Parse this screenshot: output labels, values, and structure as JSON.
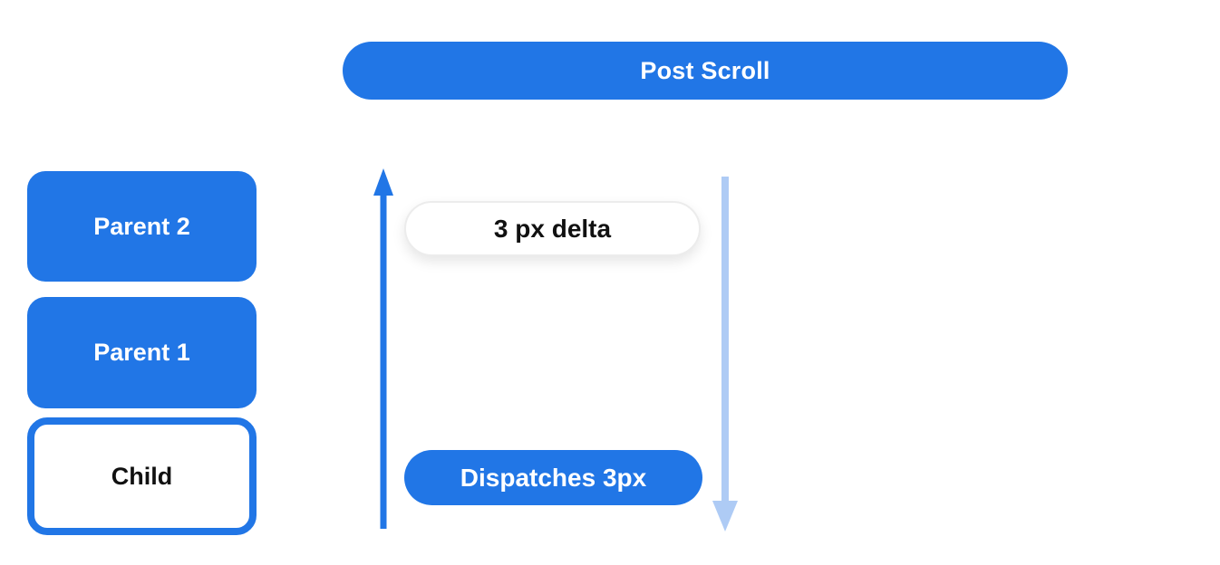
{
  "diagram": {
    "title": "Post Scroll",
    "nodes": [
      {
        "label": "Parent 2",
        "style": "filled"
      },
      {
        "label": "Parent 1",
        "style": "filled"
      },
      {
        "label": "Child",
        "style": "outlined"
      }
    ],
    "labels": {
      "delta": "3 px delta",
      "dispatch": "Dispatches 3px"
    },
    "arrows": [
      {
        "name": "up-arrow",
        "direction": "up",
        "color": "#2176e6"
      },
      {
        "name": "down-arrow",
        "direction": "down",
        "color": "#aecbf5"
      }
    ],
    "colors": {
      "primary": "#2176e6",
      "light_arrow": "#aecbf5",
      "background": "#ffffff",
      "text_on_primary": "#ffffff",
      "text_dark": "#111111",
      "delta_pill_border": "#ececec"
    }
  }
}
